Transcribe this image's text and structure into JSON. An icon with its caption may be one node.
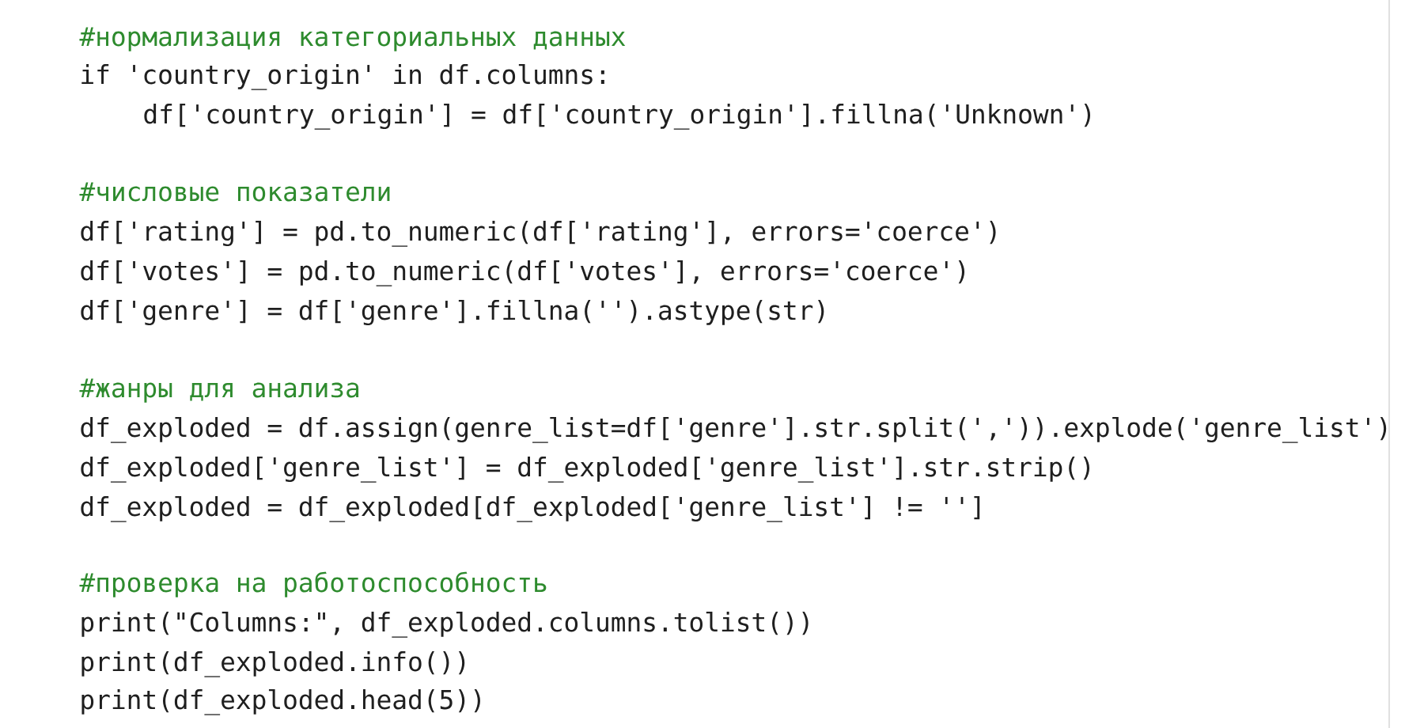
{
  "diagram": {
    "labels": [
      "#нормализация категориальных данных",
      "if 'country_origin' in df.columns:",
      "df['country_origin'] = df['country_origin'].fillna('Unknown')",
      "#числовые показатели",
      "df['rating'] = pd.to_numeric(df['rating'], errors='coerce')",
      "df['votes'] = pd.to_numeric(df['votes'], errors='coerce')",
      "df['genre'] = df['genre'].fillna('').astype(str)",
      "#жанры для анализа",
      "df_exploded = df.assign(genre_list=df['genre'].str.split(',')).explode('genre_list')",
      "df_exploded['genre_list'] = df_exploded['genre_list'].str.strip()",
      "df_exploded = df_exploded[df_exploded['genre_list'] != '']",
      "#проверка на работоспособность",
      "print(\"Columns:\", df_exploded.columns.tolist())",
      "print(df_exploded.info())",
      "print(df_exploded.head(5))"
    ]
  }
}
